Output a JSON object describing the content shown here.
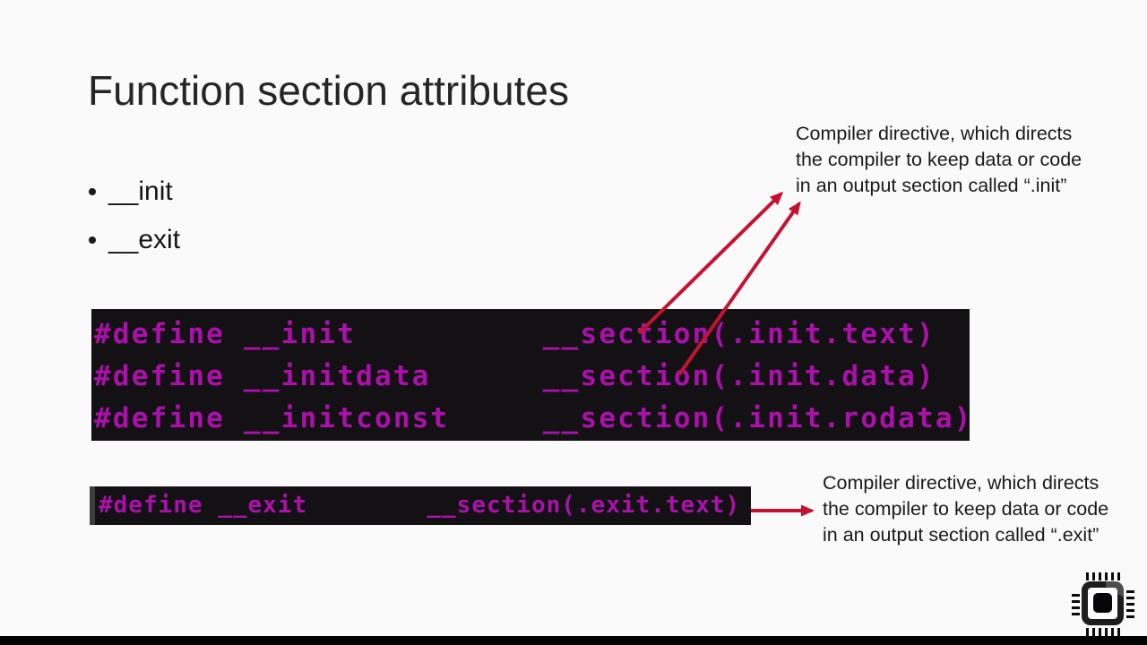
{
  "slide": {
    "title": "Function section attributes",
    "bullets": [
      {
        "label": "__init"
      },
      {
        "label": "__exit"
      }
    ],
    "code_init": {
      "lines": [
        "#define __init          __section(.init.text)",
        "#define __initdata      __section(.init.data)",
        "#define __initconst     __section(.init.rodata)"
      ]
    },
    "code_exit": {
      "lines": [
        "#define __exit        __section(.exit.text)"
      ]
    },
    "annotation_init": {
      "lines": [
        "Compiler directive, which directs",
        "the compiler to keep data or code",
        "in an output section called “.init”"
      ]
    },
    "annotation_exit": {
      "lines": [
        "Compiler directive, which directs",
        "the compiler to keep data or code",
        "in an output section called “.exit”"
      ]
    },
    "colors": {
      "slide_bg": "#fbfafa",
      "title_text": "#262626",
      "code_bg": "#141114",
      "code_text": "#ab10ab",
      "arrow_red": "#c41331",
      "bottom_bar": "#020202"
    },
    "icons": [
      {
        "name": "chip-logo"
      }
    ]
  }
}
